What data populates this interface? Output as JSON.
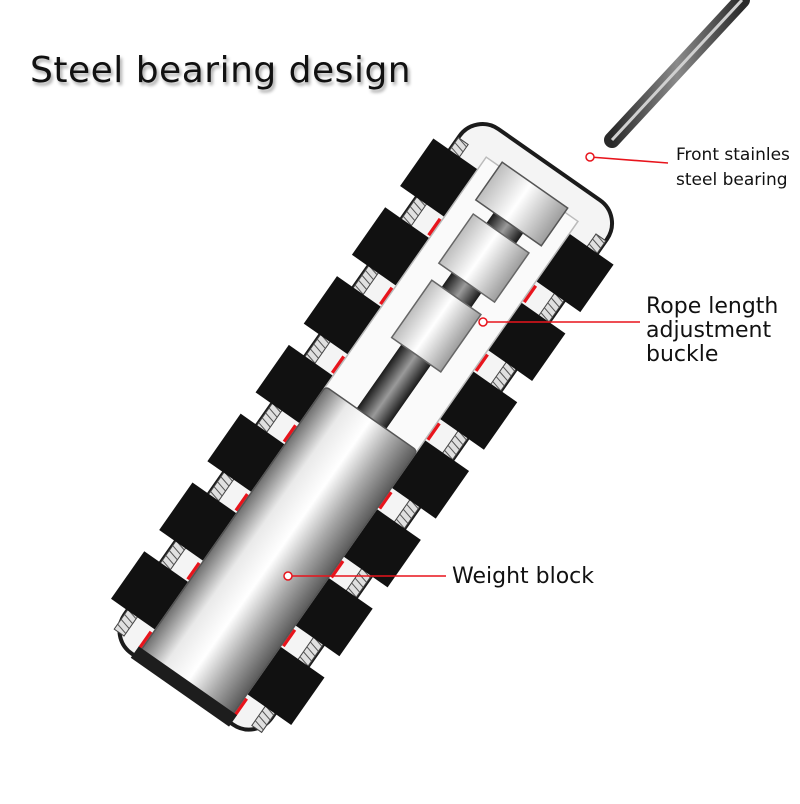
{
  "title": "Steel bearing design",
  "callouts": {
    "front_bearing": {
      "lines": [
        "Front stainles",
        "steel bearing"
      ]
    },
    "rope_buckle": {
      "lines": [
        "Rope length",
        "adjustment",
        "buckle"
      ]
    },
    "weight_block": {
      "lines": [
        "Weight block"
      ]
    }
  },
  "colors": {
    "accent_red": "#e8141c",
    "grip_black": "#111111",
    "metal": "#c9c9c9",
    "background": "#ffffff"
  }
}
